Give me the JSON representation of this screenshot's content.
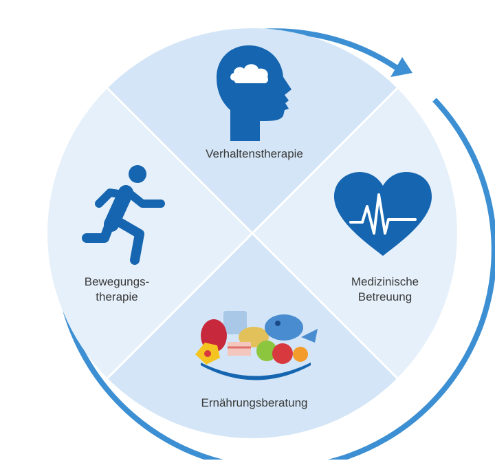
{
  "diagram": {
    "segments": {
      "top": {
        "label": "Verhaltenstherapie",
        "icon": "head-cloud-icon"
      },
      "right": {
        "label_lines": [
          "Medizinische",
          "Betreuung"
        ],
        "icon": "heart-pulse-icon"
      },
      "bottom": {
        "label": "Ernährungsberatung",
        "icon": "food-plate-icon"
      },
      "left": {
        "label_lines": [
          "Bewegungs-",
          "therapie"
        ],
        "icon": "runner-icon"
      }
    },
    "colors": {
      "ring": "#3c8fd2",
      "icon": "#1565b0",
      "quad_dark": "#d3e5f6",
      "quad_light": "#e6f0fa",
      "divider": "#ffffff"
    }
  }
}
